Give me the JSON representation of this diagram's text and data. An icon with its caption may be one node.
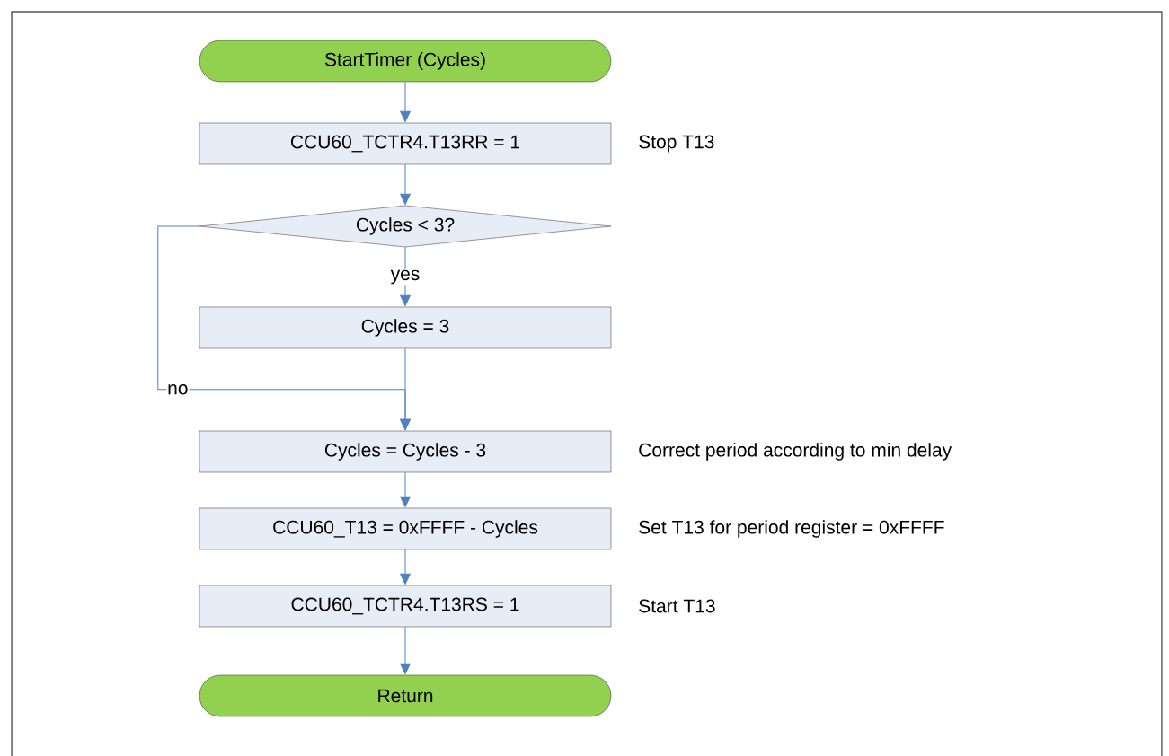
{
  "diagram": {
    "nodes": [
      {
        "text": [
          "StartTimer (Cycles)"
        ]
      },
      {
        "text": [
          "CCU60_TCTR4.T13RR = 1"
        ],
        "beside": [
          "Stop T13"
        ]
      },
      {
        "text": [
          "Cycles < 3?"
        ]
      },
      {
        "text": [
          "Cycles = 3"
        ]
      },
      {
        "text": [
          "Cycles = Cycles - 3"
        ],
        "beside": [
          "Correct period according to min delay"
        ]
      },
      {
        "text": [
          "CCU60_T13 = 0xFFFF - Cycles"
        ],
        "beside": [
          "Set T13 for period register = 0xFFFF"
        ]
      },
      {
        "text": [
          "CCU60_TCTR4.T13RS = 1"
        ],
        "beside": [
          "Start T13"
        ]
      },
      {
        "text": [
          "Return"
        ]
      }
    ],
    "edges": [
      {
        "from": 0,
        "to": 1,
        "arrow": "to"
      },
      {
        "from": 1,
        "to": 2,
        "arrow": "to"
      },
      {
        "from": 2,
        "to": 3,
        "arrow": "to",
        "label": "yes"
      },
      {
        "from": 3,
        "to": 4,
        "arrow": "to"
      },
      {
        "from": 2,
        "to": 4,
        "arrow": "to",
        "label": "no"
      },
      {
        "from": 4,
        "to": 5,
        "arrow": "to"
      },
      {
        "from": 5,
        "to": 6,
        "arrow": "to"
      },
      {
        "from": 6,
        "to": 7,
        "arrow": "to"
      }
    ]
  }
}
